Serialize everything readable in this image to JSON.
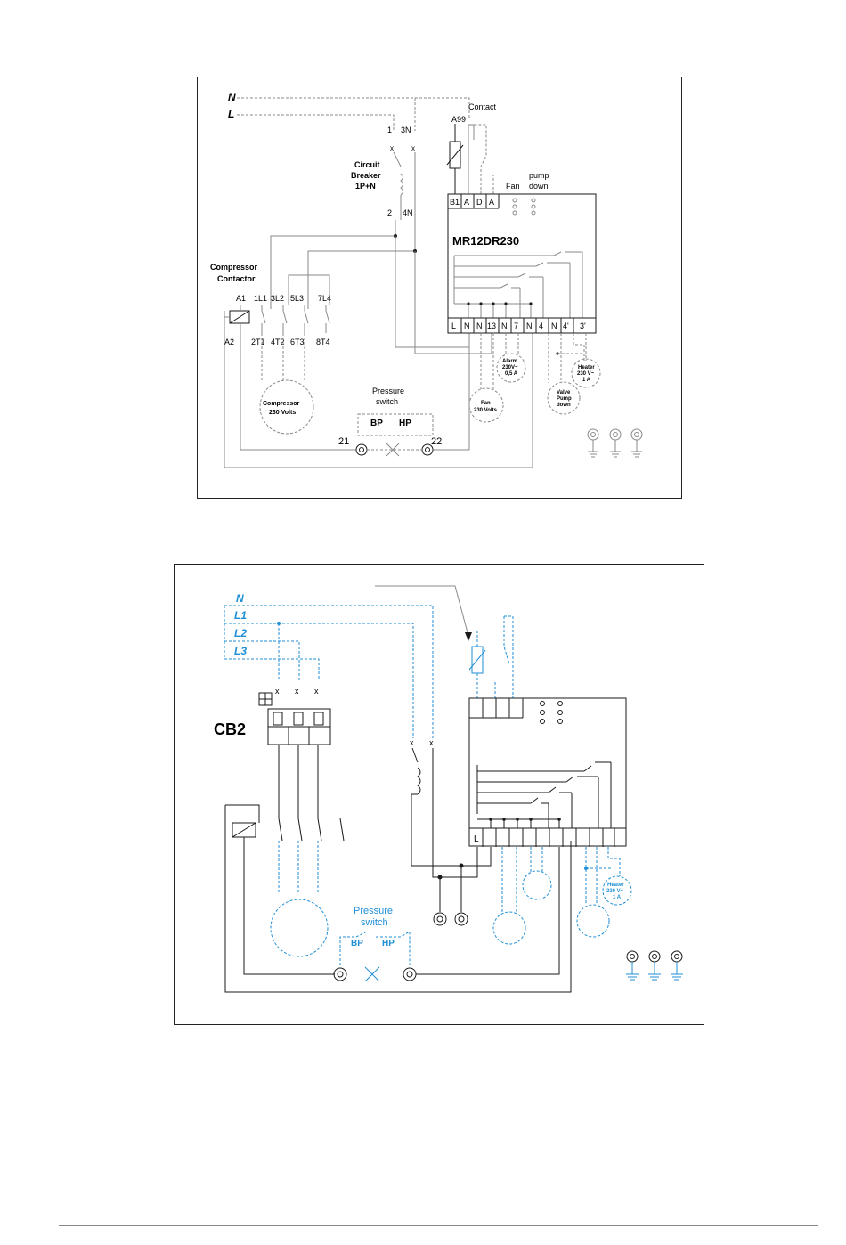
{
  "diagram1": {
    "line_labels": [
      "N",
      "L"
    ],
    "contact_label": "Contact",
    "a99_label": "A99",
    "breaker": {
      "terminals_top": [
        "1",
        "3N"
      ],
      "terminals_bottom": [
        "2",
        "4N"
      ],
      "title_lines": [
        "Circuit",
        "Breaker",
        "1P+N"
      ]
    },
    "compressor_contactor_lines": [
      "Compressor",
      "Contactor"
    ],
    "contactor_top_terminals": [
      "A1",
      "1L1",
      "3L2",
      "5L3",
      "7L4"
    ],
    "contactor_bottom_terminals": [
      "A2",
      "2T1",
      "4T2",
      "6T3",
      "8T4"
    ],
    "fan_label": "Fan",
    "pump_down_lines": [
      "pump",
      "down"
    ],
    "controller_top_terminals": [
      "B1",
      "A",
      "D",
      "A"
    ],
    "controller_model": "MR12DR230",
    "controller_bottom_terminals": [
      "L",
      "N",
      "N",
      "13",
      "N",
      "7",
      "N",
      "4",
      "N",
      "4'",
      "3'"
    ],
    "alarm_lines": [
      "Alarm",
      "230V~",
      "0,5 A"
    ],
    "heater_lines": [
      "Heater",
      "230 V~",
      "1 A"
    ],
    "valve_lines": [
      "Valve",
      "Pump",
      "down"
    ],
    "fan_motor_lines": [
      "Fan",
      "230 Volts"
    ],
    "compressor_motor_lines": [
      "Compressor",
      "230 Volts"
    ],
    "pressure_switch_lines": [
      "Pressure",
      "switch"
    ],
    "bp_label": "BP",
    "hp_label": "HP",
    "switch_terminal_left": "21",
    "switch_terminal_right": "22"
  },
  "diagram2": {
    "line_labels": [
      "N",
      "L1",
      "L2",
      "L3"
    ],
    "breaker_label": "CB2",
    "controller_terminal_l": "L",
    "heater_lines": [
      "Heater",
      "230 V~",
      "1 A"
    ],
    "pressure_switch_lines": [
      "Pressure",
      "switch"
    ],
    "bp_label": "BP",
    "hp_label": "HP"
  },
  "colors": {
    "black": "#1a1a1a",
    "gray_wire": "#8a8a8a",
    "blue_wire": "#1f8fd6"
  },
  "icons": [
    "ground-terminal-icon",
    "thermistor-icon",
    "coil-icon",
    "motor-icon"
  ]
}
